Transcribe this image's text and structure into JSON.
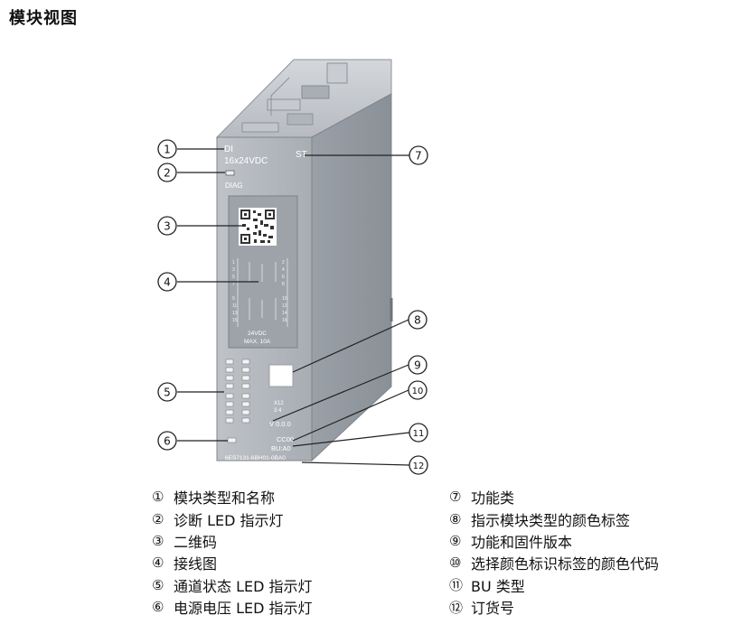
{
  "title": "模块视图",
  "device_labels": {
    "type_line1": "DI",
    "type_line2": "16x24VDC",
    "function_class": "ST",
    "diag": "DIAG",
    "supply_line1": "24VDC",
    "supply_line2": "MAX. 10A",
    "firmware_line1": "X12",
    "firmware_line2": "3 4",
    "firmware_line3": "V 0.0.0",
    "color_code": "CC00",
    "bu_type": "BU:A0",
    "order_number": "6ES7131-6BH01-0BA0"
  },
  "callouts": [
    "①",
    "②",
    "③",
    "④",
    "⑤",
    "⑥",
    "⑦",
    "⑧",
    "⑨",
    "⑩",
    "⑪",
    "⑫"
  ],
  "legend": [
    {
      "num": "①",
      "text": "模块类型和名称"
    },
    {
      "num": "②",
      "text": "诊断 LED 指示灯"
    },
    {
      "num": "③",
      "text": "二维码"
    },
    {
      "num": "④",
      "text": "接线图"
    },
    {
      "num": "⑤",
      "text": "通道状态 LED 指示灯"
    },
    {
      "num": "⑥",
      "text": "电源电压 LED 指示灯"
    },
    {
      "num": "⑦",
      "text": "功能类"
    },
    {
      "num": "⑧",
      "text": "指示模块类型的颜色标签"
    },
    {
      "num": "⑨",
      "text": "功能和固件版本"
    },
    {
      "num": "⑩",
      "text": "选择颜色标识标签的颜色代码"
    },
    {
      "num": "⑪",
      "text": "BU 类型"
    },
    {
      "num": "⑫",
      "text": "订货号"
    }
  ]
}
